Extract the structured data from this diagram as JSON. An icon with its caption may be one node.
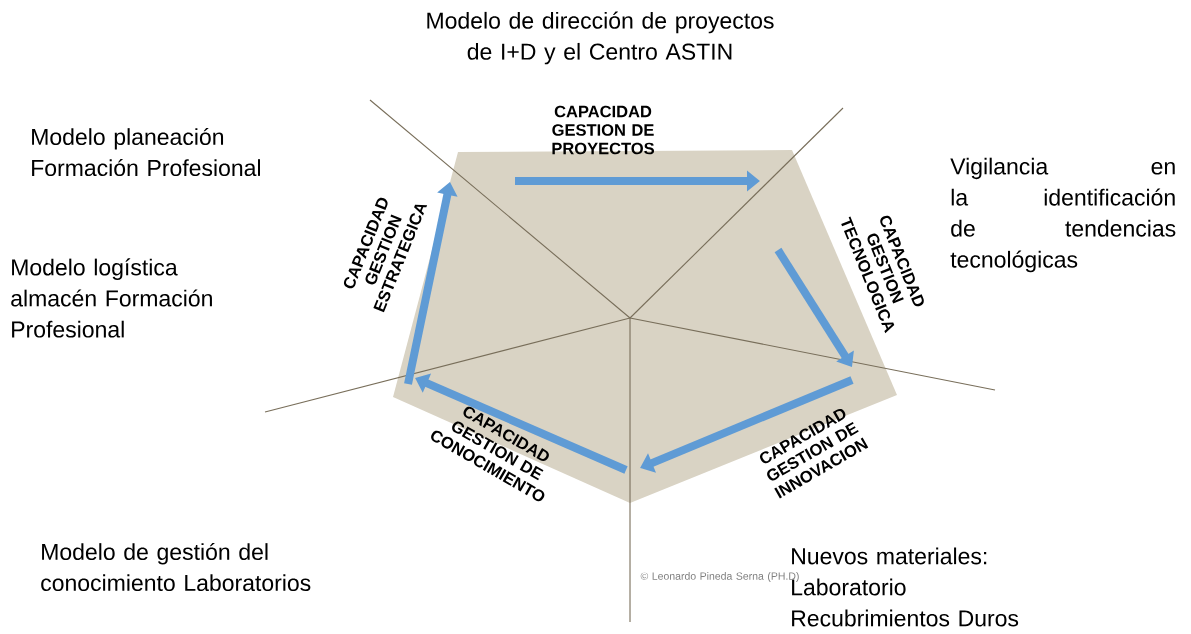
{
  "diagram": {
    "labels": [
      "Modelo de dirección de proyectos de I+D y el Centro ASTIN",
      "Modelo planeación Formación Profesional",
      "CAPACIDAD GESTION DE PROYECTOS",
      "Vigilancia en la identificación de tendencias tecnológicas",
      "CAPACIDAD GESTION ESTRATEGICA",
      "CAPACIDAD GESTION TECNOLOGICA",
      "Modelo logística almacén Formación Profesional",
      "CAPACIDAD GESTION DE CONOCIMIENTO",
      "CAPACIDAD GESTION DE INNOVACION",
      "Modelo de gestión del conocimiento Laboratorios",
      "Nuevos materiales: Laboratorio Recubrimientos Duros",
      "© Leonardo Pineda Serna (PH.D)"
    ]
  }
}
